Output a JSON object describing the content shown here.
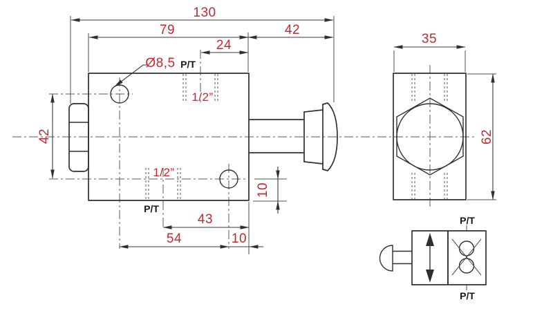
{
  "drawing": {
    "background": "#ffffff",
    "colors": {
      "dimension_text": "#bf2b30",
      "lines": "#2f2f2f"
    },
    "port_label": "P/T",
    "dimensions": {
      "overall_length": "130",
      "body_length": "79",
      "actuator_length": "42",
      "upper_port_to_edge": "24",
      "hole_diameter": "Ø8,5",
      "holes_vertical_spacing": "42",
      "side_width": "35",
      "side_height": "62",
      "upper_port_thread": "1/2”",
      "lower_port_thread": "1/2”",
      "lower_hole_to_bottom": "10",
      "lower_port_to_edge": "43",
      "holes_horizontal_spacing": "54",
      "lower_hole_to_edge": "10"
    }
  }
}
